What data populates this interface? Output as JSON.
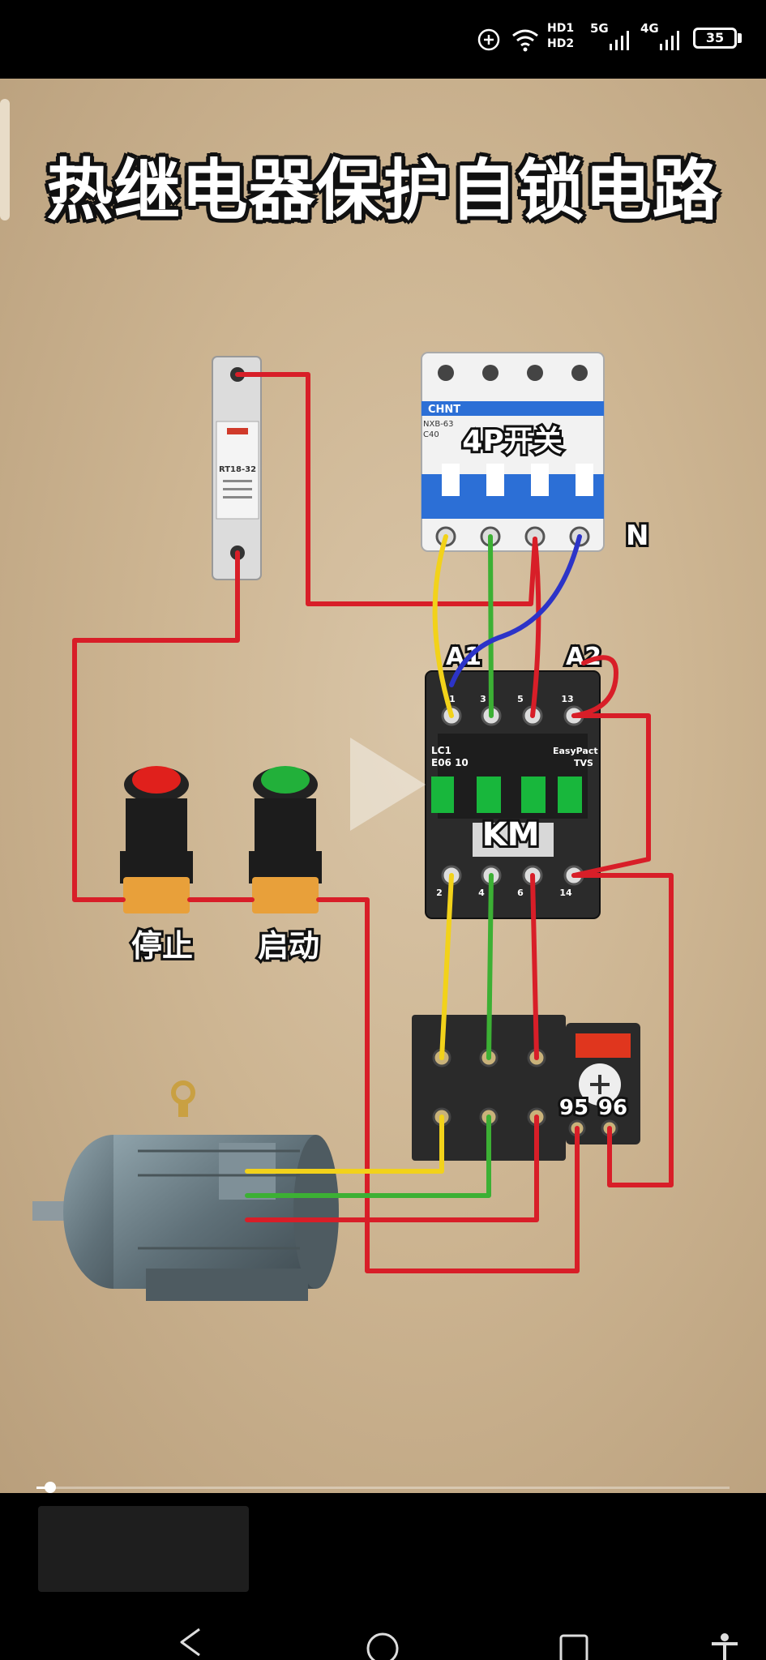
{
  "status_bar": {
    "network_1": "HD1",
    "network_2": "HD2",
    "signal_1": "5G",
    "signal_2": "4G",
    "battery": "35"
  },
  "video": {
    "title": "热继电器保护自锁电路",
    "labels": {
      "switch": "4P开关",
      "neutral": "N",
      "coil_a1": "A1",
      "coil_a2": "A2",
      "contactor": "KM",
      "stop": "停止",
      "start": "启动",
      "relay_95": "95",
      "relay_96": "96"
    },
    "device_text": {
      "breaker_brand": "CHNT",
      "breaker_model": "NXB-63",
      "breaker_rating": "C40",
      "fuse_model": "RT18-32",
      "contactor_model": "LC1",
      "contactor_sub": "E06 10",
      "contactor_brand": "EasyPact",
      "contactor_series": "TVS",
      "term_1": "1",
      "term_3": "3",
      "term_5": "5",
      "term_13": "13",
      "term_2": "2",
      "term_4": "4",
      "term_6": "6",
      "term_14": "14"
    },
    "playback_progress": 0.02
  },
  "colors": {
    "wire_red": "#d81e28",
    "wire_yellow": "#f2d21a",
    "wire_green": "#3cb034",
    "wire_blue": "#2c34c8",
    "background": "#cdb592"
  },
  "icons": [
    "add-circle-icon",
    "wifi-icon",
    "signal-icon",
    "battery-icon",
    "play-icon",
    "back-icon",
    "home-icon",
    "recents-icon",
    "accessibility-icon"
  ]
}
